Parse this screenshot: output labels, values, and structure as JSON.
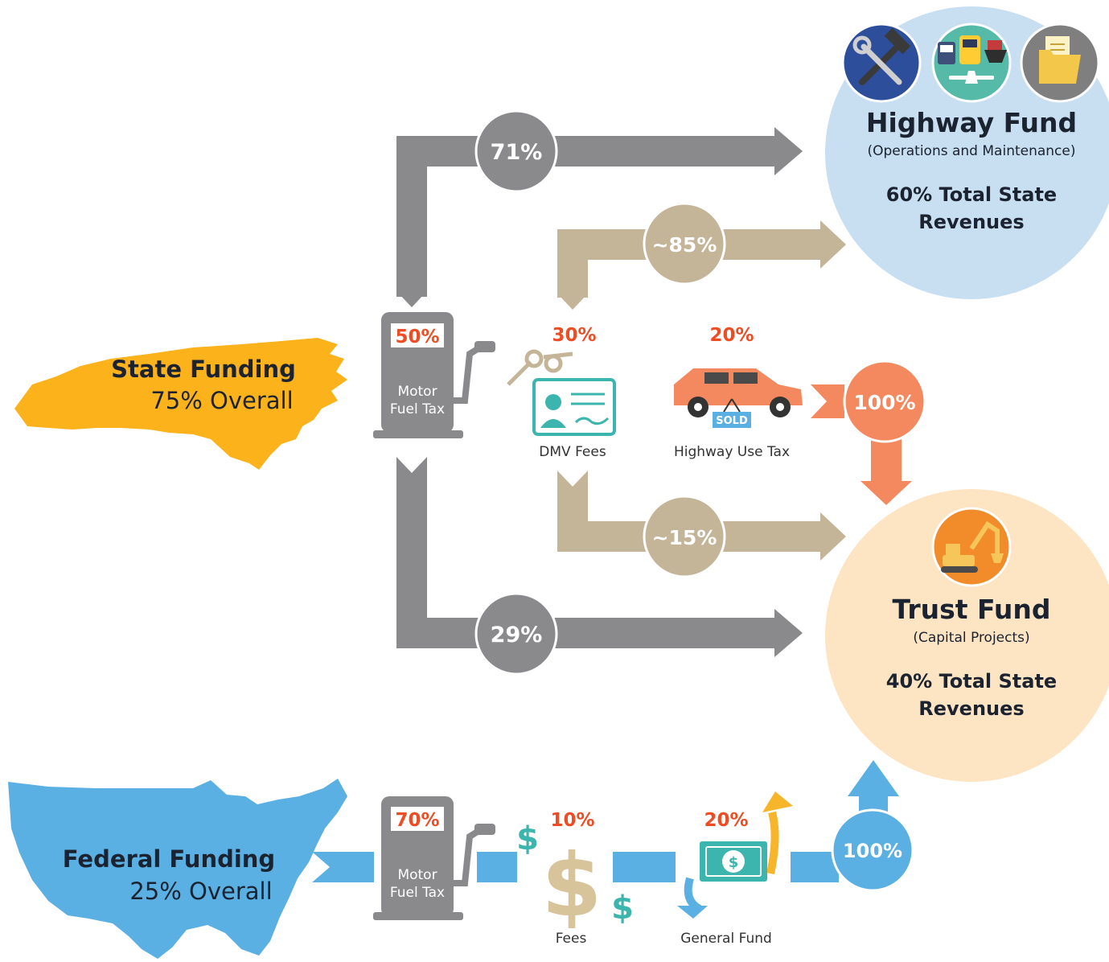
{
  "colors": {
    "gray": "#8a8a8c",
    "tan": "#c4b599",
    "orange_text": "#ee4d23",
    "salmon": "#f4895f",
    "blue": "#5bb0e3",
    "state_yellow": "#fbb21b",
    "highway_circle": "#c8def1",
    "trust_circle": "#fde4c3",
    "dark_text": "#1b2330"
  },
  "highway_fund": {
    "title": "Highway Fund",
    "subtitle": "(Operations and Maintenance)",
    "share_line1": "60% Total State",
    "share_line2": "Revenues",
    "icons": [
      "wrench-hammer-icon",
      "transit-modes-icon",
      "folder-icon"
    ]
  },
  "trust_fund": {
    "title": "Trust Fund",
    "subtitle": "(Capital Projects)",
    "share_line1": "40% Total State",
    "share_line2": "Revenues",
    "icon": "excavator-icon"
  },
  "state_funding": {
    "title": "State Funding",
    "overall": "75% Overall",
    "sources": [
      {
        "label_line1": "Motor",
        "label_line2": "Fuel Tax",
        "percent": "50%",
        "icon": "fuel-pump-icon"
      },
      {
        "label": "DMV Fees",
        "percent": "30%",
        "icon": "license-keys-icon"
      },
      {
        "label": "Highway Use Tax",
        "percent": "20%",
        "icon": "car-sold-icon",
        "sold_tag": "SOLD"
      }
    ],
    "flows": {
      "fuel_to_highway": "71%",
      "fuel_to_trust": "29%",
      "dmv_to_highway": "~85%",
      "dmv_to_trust": "~15%",
      "hut_to_trust": "100%"
    }
  },
  "federal_funding": {
    "title": "Federal Funding",
    "overall": "25% Overall",
    "sources": [
      {
        "label_line1": "Motor",
        "label_line2": "Fuel Tax",
        "percent": "70%",
        "icon": "fuel-pump-icon"
      },
      {
        "label": "Fees",
        "percent": "10%",
        "icon": "dollar-signs-icon"
      },
      {
        "label": "General Fund",
        "percent": "20%",
        "icon": "banknote-icon"
      }
    ],
    "flows": {
      "federal_to_trust": "100%"
    }
  }
}
